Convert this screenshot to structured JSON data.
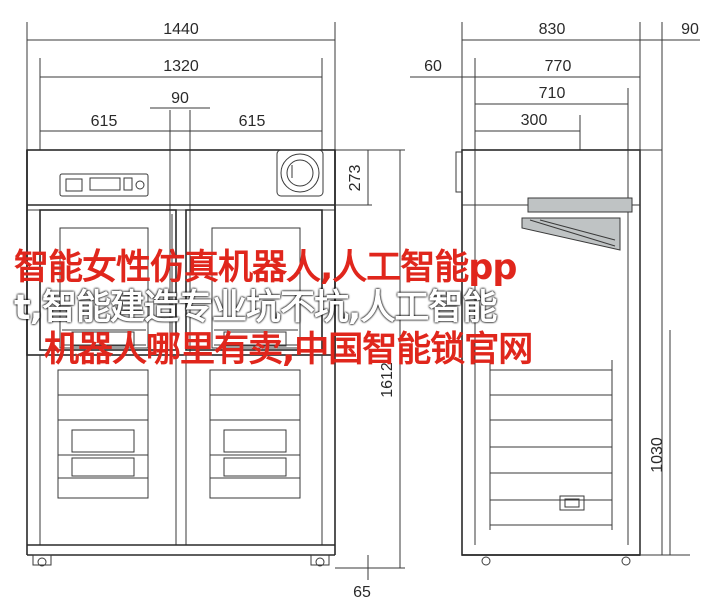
{
  "dimensions": {
    "overall_width": "1440",
    "inner_width": "1320",
    "center_gap": "90",
    "door_left": "615",
    "door_right": "615",
    "side_depth": "830",
    "side_inner_depth": "770",
    "side_shelf_depth": "710",
    "side_top_depth": "300",
    "side_offset_left": "60",
    "side_offset_right": "90",
    "top_height": "273",
    "body_height": "1612",
    "shelf_zone_height": "1030",
    "bottom_height": "65"
  },
  "overlay": {
    "line1": "智能女性仿真机器人,人工智能pp",
    "line2": "t,智能建造专业坑不坑,人工智能",
    "line3": "机器人哪里有卖,中国智能锁官网"
  },
  "colors": {
    "line": "#3a3a3a",
    "overlay_red": "#e0261c",
    "overlay_white": "#ffffff"
  }
}
